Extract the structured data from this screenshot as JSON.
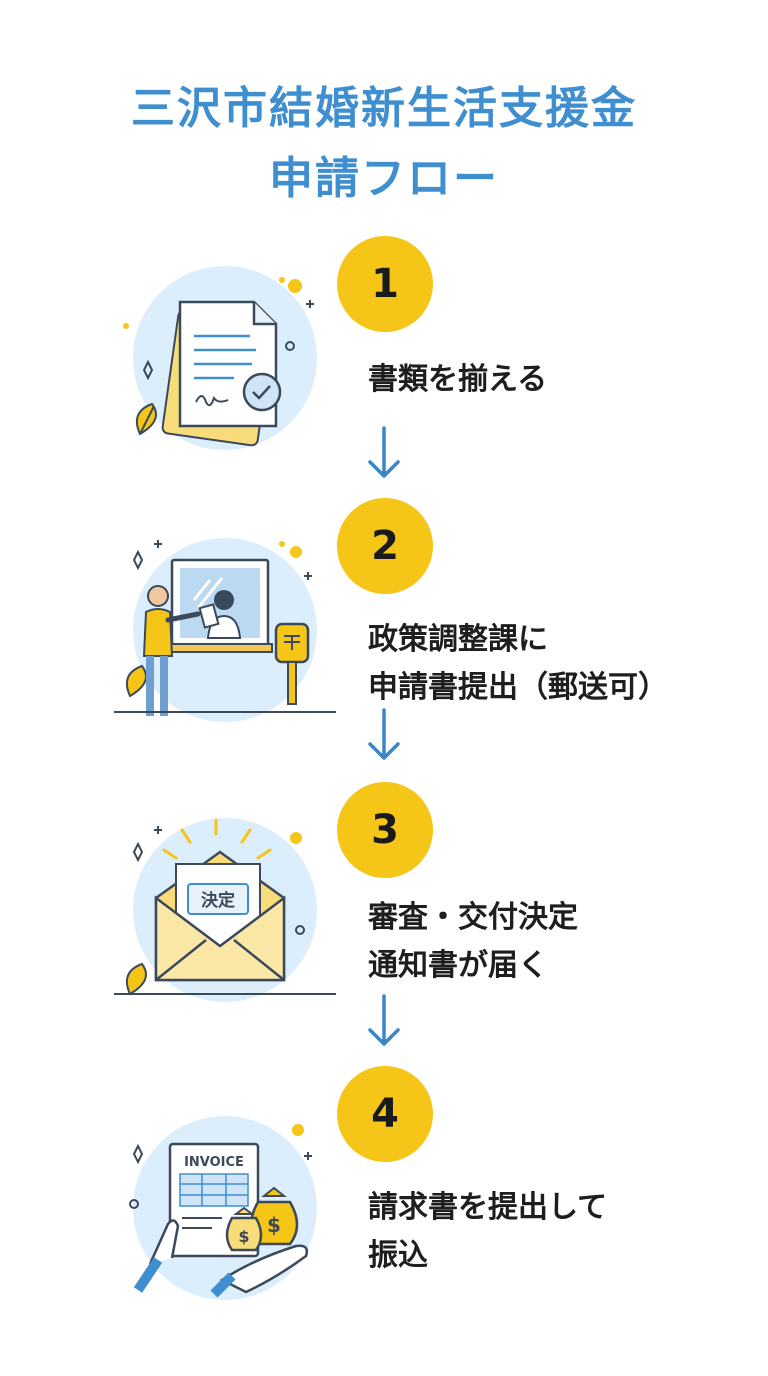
{
  "title": {
    "line1": "三沢市結婚新生活支援金",
    "line2": "申請フロー"
  },
  "steps": [
    {
      "number": "1",
      "lines": [
        "書類を揃える"
      ]
    },
    {
      "number": "2",
      "lines": [
        "政策調整課に",
        "申請書提出（郵送可）"
      ]
    },
    {
      "number": "3",
      "lines": [
        "審査・交付決定",
        "通知書が届く"
      ]
    },
    {
      "number": "4",
      "lines": [
        "請求書を提出して",
        "振込"
      ]
    }
  ],
  "illustrations": {
    "step3_stamp": "決定",
    "step4_doc_title": "INVOICE",
    "step4_currency": "$"
  },
  "icons": [
    "documents-icon",
    "reception-window-icon",
    "envelope-notice-icon",
    "invoice-money-icon",
    "arrow-down-icon"
  ],
  "colors": {
    "title": "#3f8fd0",
    "step_circle": "#f5c518",
    "arrow": "#3a86c8",
    "illus_bg": "#dcedfb"
  }
}
